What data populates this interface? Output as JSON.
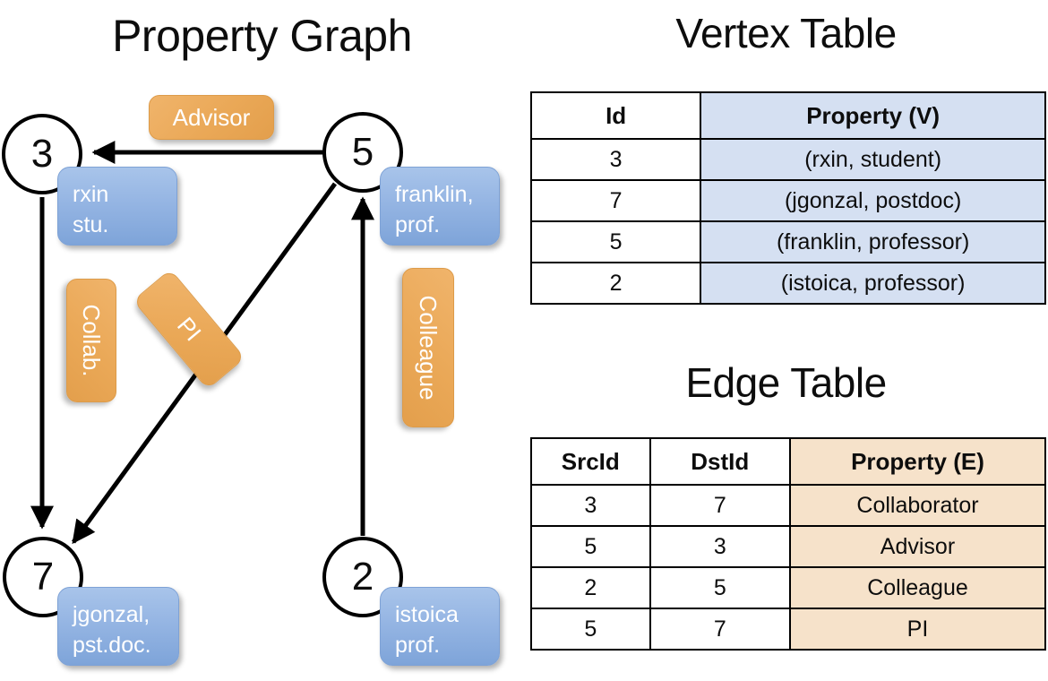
{
  "titles": {
    "property_graph": "Property Graph",
    "vertex_table": "Vertex Table",
    "edge_table": "Edge Table"
  },
  "colors": {
    "node_fill": "#ffffff",
    "node_stroke": "#000000",
    "vertex_property_cell": "#d5e0f2",
    "edge_property_cell": "#f6e2ca",
    "property_box_blue": "#95b5e3",
    "edge_label_orange": "#eaa857"
  },
  "graph": {
    "nodes": [
      {
        "id": "3",
        "property": "rxin\nstu."
      },
      {
        "id": "5",
        "property": "franklin,\nprof."
      },
      {
        "id": "7",
        "property": "jgonzal,\npst.doc."
      },
      {
        "id": "2",
        "property": "istoica\nprof."
      }
    ],
    "node_labels": {
      "n3": "3",
      "n5": "5",
      "n7": "7",
      "n2": "2"
    },
    "property_boxes": {
      "rxin_line1": "rxin",
      "rxin_line2": "stu.",
      "franklin_line1": "franklin,",
      "franklin_line2": "prof.",
      "jgonzal_line1": "jgonzal,",
      "jgonzal_line2": "pst.doc.",
      "istoica_line1": "istoica",
      "istoica_line2": "prof."
    },
    "edge_labels": {
      "advisor": "Advisor",
      "collab": "Collab.",
      "colleague": "Colleague",
      "pi": "PI"
    },
    "edges": [
      {
        "from": "5",
        "to": "3",
        "label": "Advisor"
      },
      {
        "from": "3",
        "to": "7",
        "label": "Collab."
      },
      {
        "from": "5",
        "to": "7",
        "label": "PI"
      },
      {
        "from": "2",
        "to": "5",
        "label": "Colleague"
      }
    ]
  },
  "vertex_table": {
    "headers": [
      "Id",
      "Property (V)"
    ],
    "rows": [
      {
        "id": "3",
        "property": "(rxin, student)"
      },
      {
        "id": "7",
        "property": "(jgonzal, postdoc)"
      },
      {
        "id": "5",
        "property": "(franklin, professor)"
      },
      {
        "id": "2",
        "property": "(istoica, professor)"
      }
    ]
  },
  "edge_table": {
    "headers": [
      "SrcId",
      "DstId",
      "Property (E)"
    ],
    "rows": [
      {
        "src": "3",
        "dst": "7",
        "property": "Collaborator"
      },
      {
        "src": "5",
        "dst": "3",
        "property": "Advisor"
      },
      {
        "src": "2",
        "dst": "5",
        "property": "Colleague"
      },
      {
        "src": "5",
        "dst": "7",
        "property": "PI"
      }
    ]
  }
}
